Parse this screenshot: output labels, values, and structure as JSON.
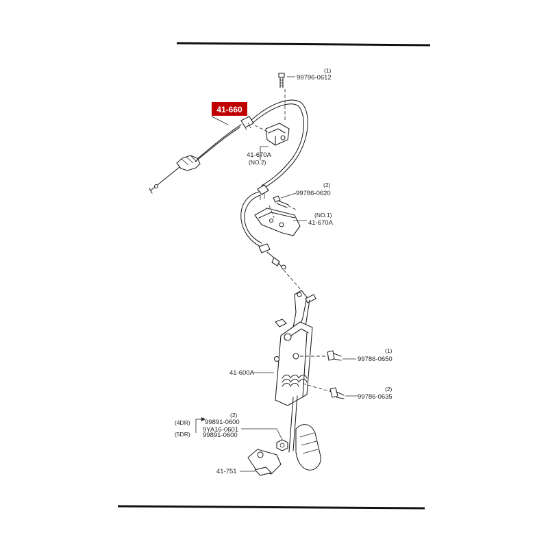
{
  "callout": {
    "part_number": "41-660",
    "color": "#c00000"
  },
  "labels": {
    "bolt_top_qty": "(1)",
    "bolt_top": "99796-0612",
    "bracket_no2_part": "41-670A",
    "bracket_no2_name": "(NO.2)",
    "bolt_mid_qty": "(2)",
    "bolt_mid": "99786-0620",
    "bracket_no1_name": "(NO.1)",
    "bracket_no1_part": "41-670A",
    "bolt_pedal1_qty": "(1)",
    "bolt_pedal1": "99786-0650",
    "pedal_assy": "41-600A",
    "bolt_pedal2_qty": "(2)",
    "bolt_pedal2": "99786-0635",
    "nut_qty": "(2)",
    "nut_4dr_tag": "(4DR)",
    "nut_4dr_a": "99891-0600",
    "nut_4dr_b": "9YA16-0601",
    "nut_5dr_tag": "(5DR)",
    "nut_5dr": "99891-0600",
    "stopper": "41-751"
  }
}
